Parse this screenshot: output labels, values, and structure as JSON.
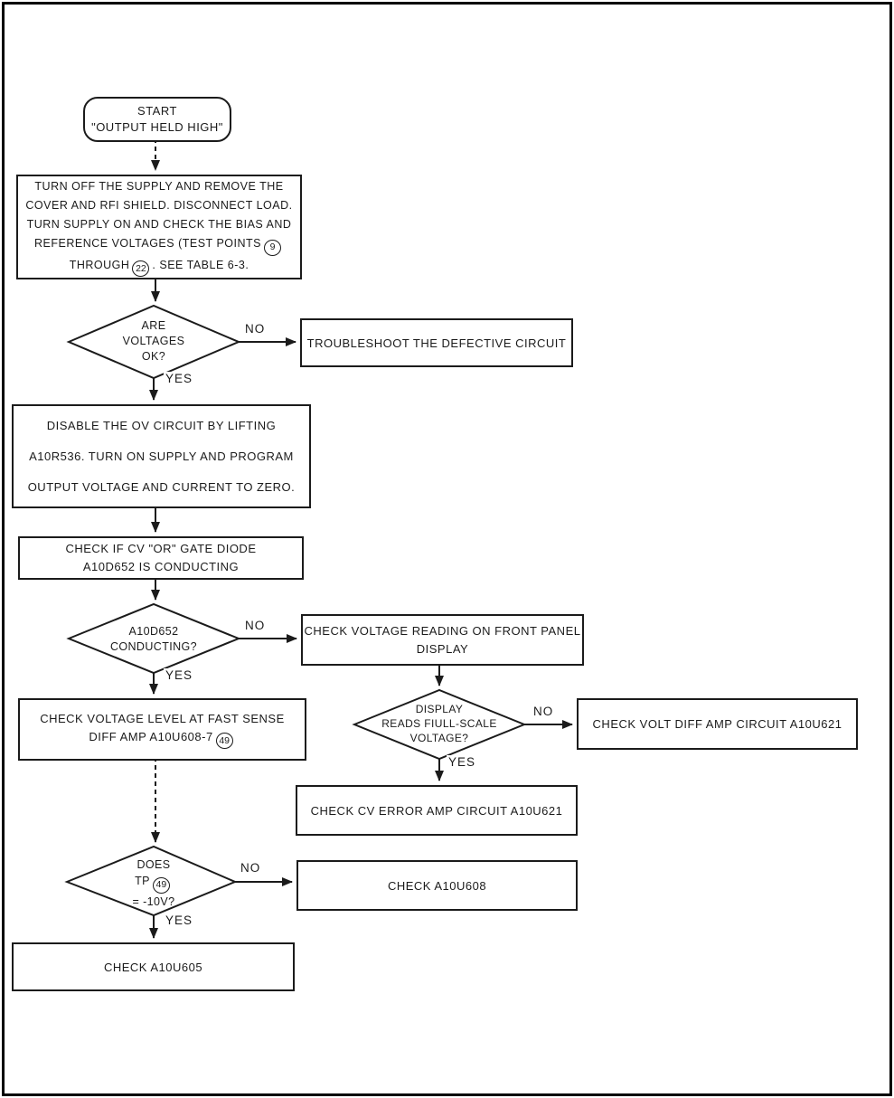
{
  "labels": {
    "no": "NO",
    "yes": "YES"
  },
  "nodes": {
    "start": {
      "line1": "START",
      "line2": "\"OUTPUT HELD HIGH\""
    },
    "setup": {
      "lines": [
        "TURN OFF THE SUPPLY AND REMOVE THE",
        "COVER AND RFI SHIELD. DISCONNECT LOAD.",
        "TURN SUPPLY ON AND CHECK THE BIAS AND",
        "REFERENCE VOLTAGES (TEST POINTS",
        "THROUGH",
        ". SEE TABLE 6-3."
      ],
      "tp_start": "9",
      "tp_end": "22"
    },
    "voltages_ok": {
      "lines": [
        "ARE",
        "VOLTAGES",
        "OK?"
      ]
    },
    "troubleshoot": {
      "text": "TROUBLESHOOT THE DEFECTIVE CIRCUIT"
    },
    "disable_ov": {
      "lines": [
        "DISABLE THE OV CIRCUIT BY LIFTING",
        "A10R536. TURN ON SUPPLY AND PROGRAM",
        "OUTPUT VOLTAGE AND CURRENT TO ZERO."
      ]
    },
    "check_diode": {
      "lines": [
        "CHECK IF CV \"OR\" GATE DIODE",
        "A10D652 IS CONDUCTING"
      ]
    },
    "diode_conducting": {
      "lines": [
        "A10D652",
        "CONDUCTING?"
      ]
    },
    "check_display": {
      "lines": [
        "CHECK VOLTAGE READING ON FRONT PANEL",
        "DISPLAY"
      ]
    },
    "check_level": {
      "line1": "CHECK VOLTAGE LEVEL AT FAST SENSE",
      "line2_prefix": "DIFF AMP A10U608-7",
      "tp": "49"
    },
    "display_fullscale": {
      "lines": [
        "DISPLAY",
        "READS FIULL-SCALE",
        "VOLTAGE?"
      ]
    },
    "check_volt_diff": {
      "text": "CHECK VOLT DIFF AMP CIRCUIT A10U621"
    },
    "check_cv_error": {
      "text": "CHECK CV ERROR AMP CIRCUIT A10U621"
    },
    "does_tp": {
      "line1": "DOES",
      "line2_prefix": "TP",
      "tp": "49",
      "line3": "= -10V?"
    },
    "check_u608": {
      "text": "CHECK A10U608"
    },
    "check_u605": {
      "text": "CHECK A10U605"
    }
  },
  "colors": {
    "ink": "#1b1b1b",
    "paper": "#ffffff"
  }
}
